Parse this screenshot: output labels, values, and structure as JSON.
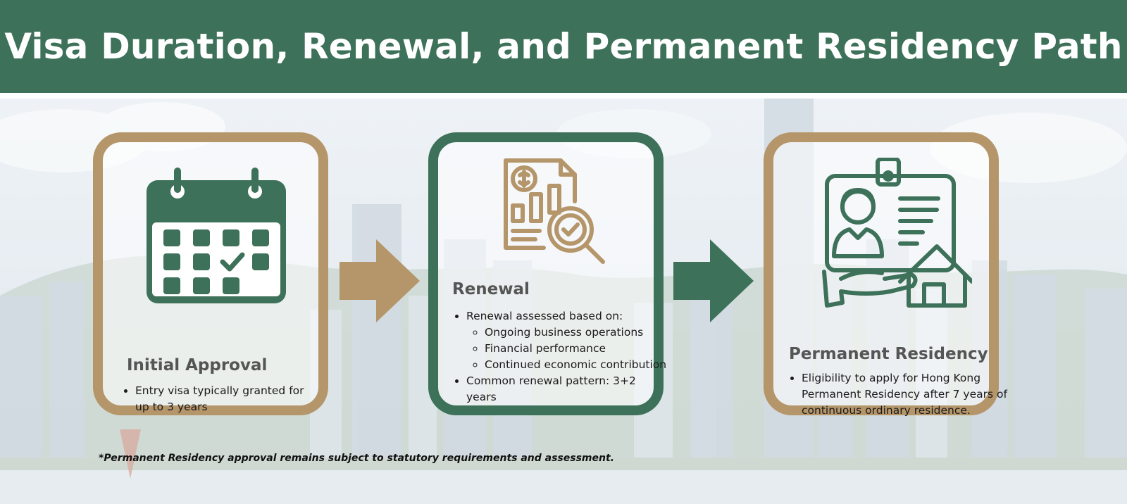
{
  "header": {
    "title": "Visa Duration, Renewal, and Permanent Residency Path"
  },
  "steps": [
    {
      "title": "Initial Approval",
      "icon": "calendar-check-icon",
      "border_color": "#b5966a",
      "bullets": [
        "Entry visa typically granted for up to 3 years"
      ]
    },
    {
      "title": "Renewal",
      "icon": "financial-report-magnifier-icon",
      "border_color": "#3d7159",
      "bullets": [
        {
          "text": "Renewal assessed based on:",
          "sub": [
            "Ongoing business operations",
            "Financial performance",
            "Continued economic contribution"
          ]
        },
        {
          "text": "Common renewal pattern: 3+2 years"
        }
      ]
    },
    {
      "title": "Permanent Residency",
      "icon": "id-card-home-hand-icon",
      "border_color": "#b5966a",
      "bullets": [
        "Eligibility to apply for Hong Kong Permanent Residency after 7 years of continuous ordinary residence."
      ]
    }
  ],
  "footnote": "*Permanent Residency approval remains subject to statutory requirements and assessment.",
  "colors": {
    "green": "#3d7159",
    "gold": "#b5966a"
  }
}
